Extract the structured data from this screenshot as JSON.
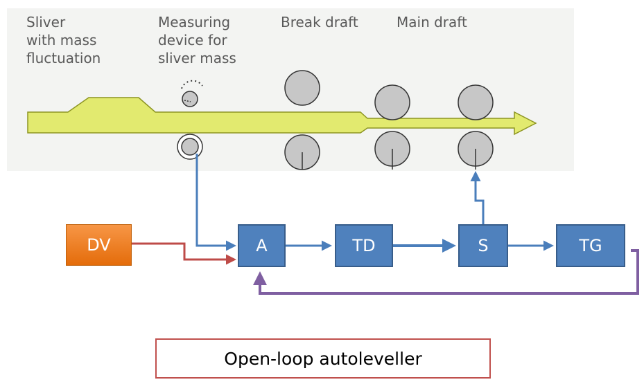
{
  "process_labels": {
    "sliver": "Sliver\nwith mass\nfluctuation",
    "measuring": "Measuring\ndevice for\nsliver mass",
    "break_draft": "Break draft",
    "main_draft": "Main draft"
  },
  "blocks": {
    "dv": "DV",
    "a": "A",
    "td": "TD",
    "s": "S",
    "tg": "TG"
  },
  "caption": "Open-loop autoleveller",
  "colors": {
    "panel_bg": "#f3f4f2",
    "sliver_fill": "#e2ea6f",
    "roller_fill": "#c7c7c7",
    "block_blue": "#4f81bd",
    "block_orange": "#f79646",
    "arrow_blue": "#4a7ebb",
    "arrow_red": "#be4b48",
    "arrow_purple": "#7f5fa1",
    "caption_border": "#c0504d"
  }
}
